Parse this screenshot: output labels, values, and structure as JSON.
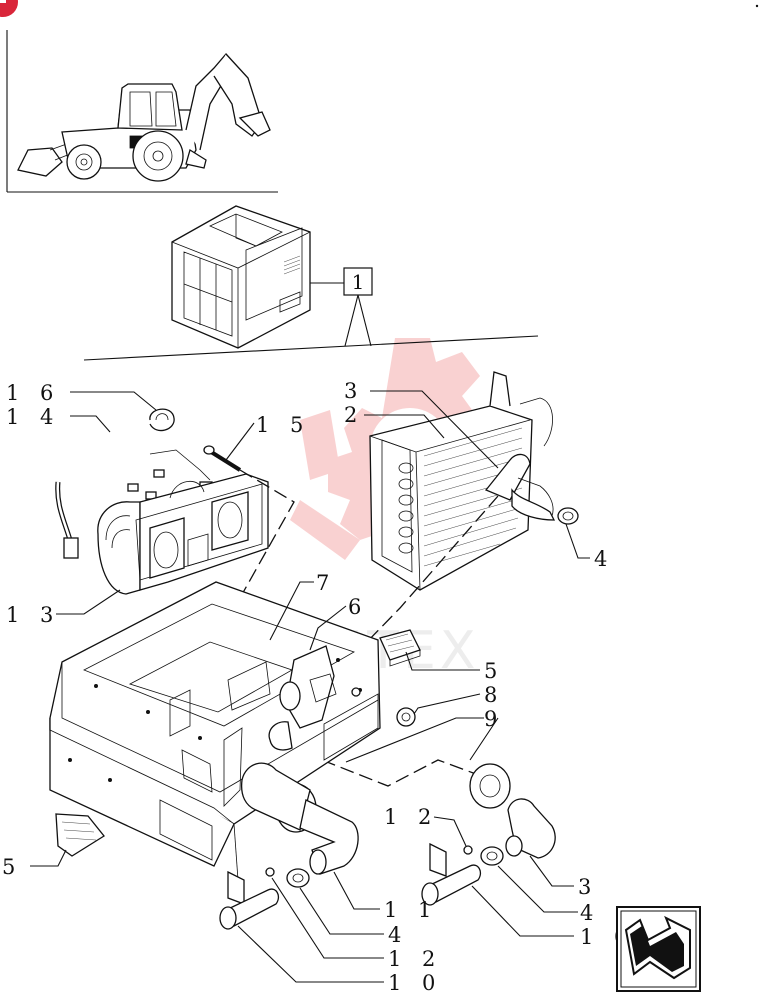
{
  "callouts": {
    "ref_box": "1",
    "n16": "1 6",
    "n14": "1 4",
    "n15": "1 5",
    "n13": "1 3",
    "n3a": "3",
    "n2": "2",
    "n4a": "4",
    "n7": "7",
    "n6": "6",
    "n5a": "5",
    "n8": "8",
    "n9": "9",
    "n5b": "5",
    "n12a": "1 2",
    "n3b": "3",
    "n4b": "4",
    "n10a": "1 0",
    "n11": "1 1",
    "n4c": "4",
    "n12b": "1 2",
    "n10b": "1 0"
  },
  "watermark": "KHTEX",
  "colors": {
    "line": "#111111",
    "watermark": "#f4b4b4",
    "badge": "#d9263a"
  },
  "icons": {
    "corner_badge": "red-circle-badge",
    "next_page": "next-page-arrow-icon"
  }
}
